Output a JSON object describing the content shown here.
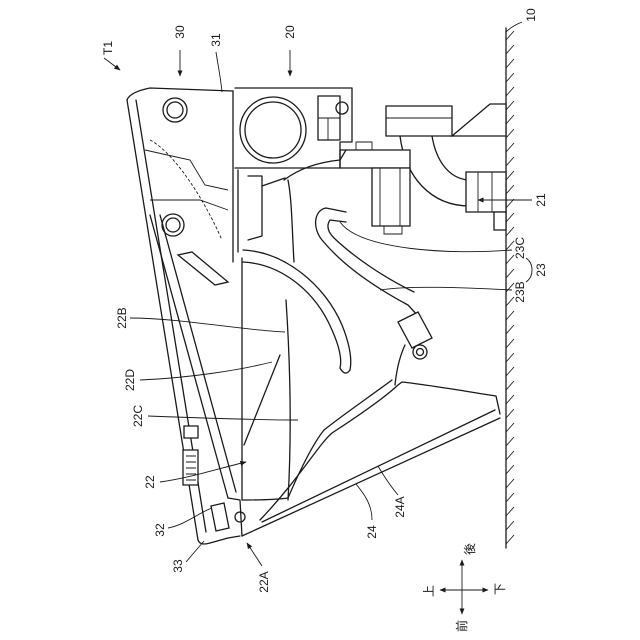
{
  "labels": {
    "t1": "T1",
    "n30": "30",
    "n31": "31",
    "n20": "20",
    "n10": "10",
    "n21": "21",
    "n23c": "23C",
    "n23": "23",
    "n23b": "23B",
    "n22b": "22B",
    "n22d": "22D",
    "n22c": "22C",
    "n22": "22",
    "n32": "32",
    "n33": "33",
    "n22a": "22A",
    "n24": "24",
    "n24a": "24A"
  },
  "directions": {
    "up": "上",
    "down": "下",
    "front": "前",
    "back": "後"
  },
  "colors": {
    "line": "#1a1a1a",
    "background": "#ffffff"
  }
}
